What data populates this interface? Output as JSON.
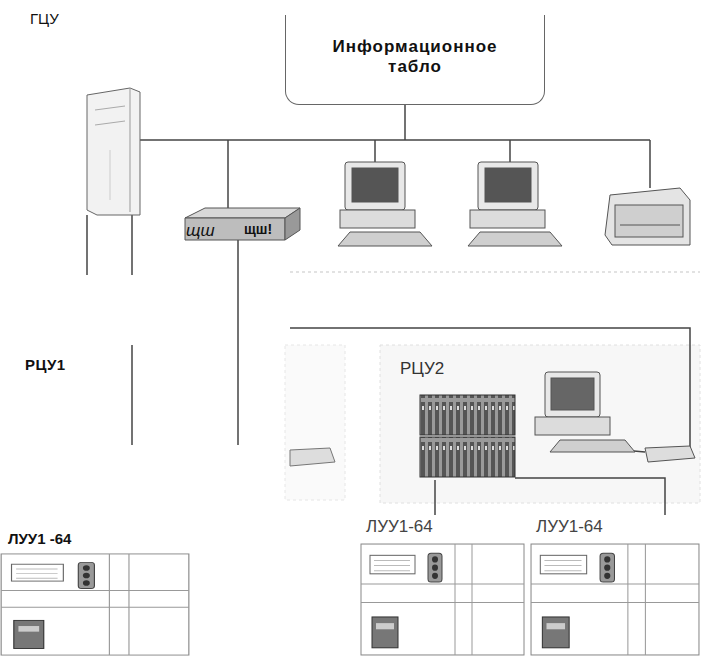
{
  "diagram": {
    "nodes": [
      {
        "text": [
          "Информационное табло"
        ]
      },
      {
        "text": [
          "РЦУ1"
        ]
      },
      {
        "text": [
          "РЦУ2"
        ]
      },
      {
        "text": [
          "ЛУУ1 -64"
        ]
      },
      {
        "text": [
          "ЛУУ1-64"
        ]
      },
      {
        "text": [
          "ЛУУ1-64"
        ]
      }
    ],
    "edges": [
      {
        "from": 2,
        "to": 4,
        "arrow": "none"
      },
      {
        "from": 2,
        "to": 5,
        "arrow": "none"
      }
    ],
    "labels": [
      "ГЦУ",
      "щш",
      "щш!"
    ]
  }
}
